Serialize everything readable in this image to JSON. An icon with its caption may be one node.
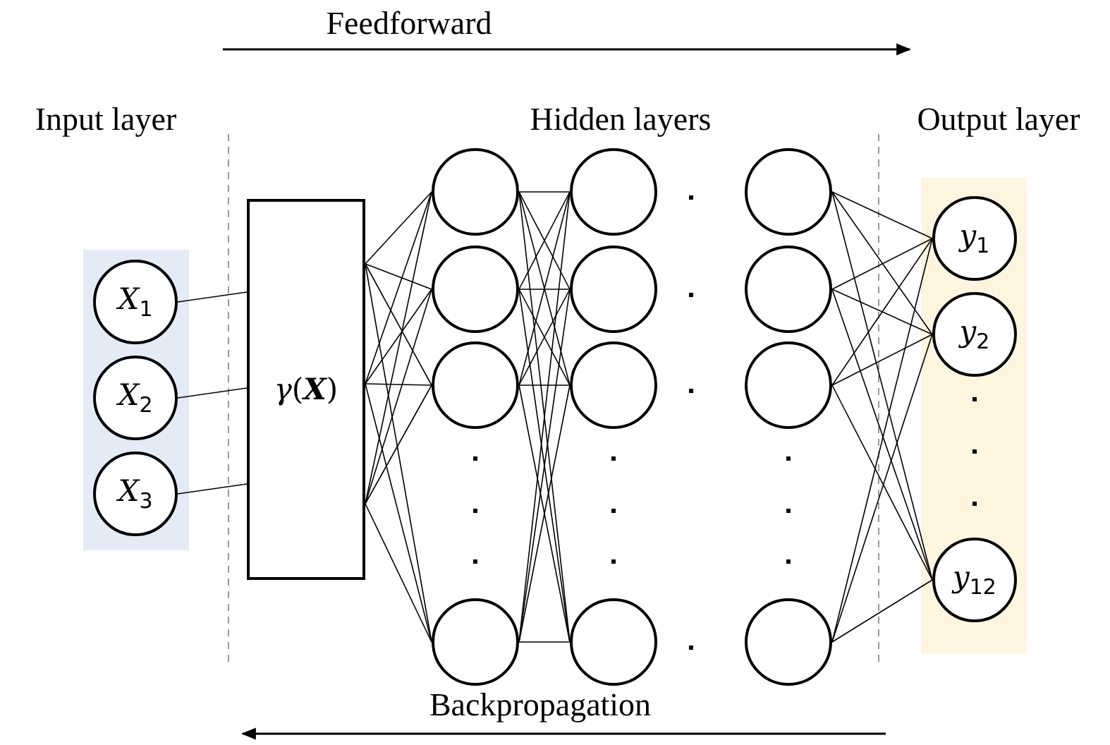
{
  "diagram": {
    "nodes": [
      {
        "text": [
          "*X*$_{1}$"
        ]
      },
      {
        "text": [
          "*X*$_{2}$"
        ]
      },
      {
        "text": [
          "*X*$_{3}$"
        ]
      },
      {
        "text": [
          "*γ*(**X**)"
        ]
      },
      {
        "text": [],
        "shape": "circle"
      },
      {
        "text": [],
        "shape": "circle"
      },
      {
        "text": [],
        "shape": "circle"
      },
      {
        "text": [],
        "shape": "circle"
      },
      {
        "text": [],
        "shape": "circle"
      },
      {
        "text": [],
        "shape": "circle"
      },
      {
        "text": [],
        "shape": "circle"
      },
      {
        "text": [],
        "shape": "circle"
      },
      {
        "text": [],
        "shape": "circle"
      },
      {
        "text": [],
        "shape": "circle"
      },
      {
        "text": [],
        "shape": "circle"
      },
      {
        "text": [],
        "shape": "circle"
      },
      {
        "text": [
          "*y*$_{1}$"
        ]
      },
      {
        "text": [
          "*y*$_{2}$"
        ]
      },
      {
        "text": [
          "*y*$_{12}$"
        ]
      }
    ],
    "edges": [
      {
        "from": 0,
        "to": 3,
        "arrow": "none"
      },
      {
        "from": 1,
        "to": 3,
        "arrow": "none"
      },
      {
        "from": 2,
        "to": 3,
        "arrow": "none"
      },
      {
        "from": 3,
        "to": 4,
        "arrow": "none"
      },
      {
        "from": 3,
        "to": 5,
        "arrow": "none"
      },
      {
        "from": 3,
        "to": 6,
        "arrow": "none"
      },
      {
        "from": 3,
        "to": 7,
        "arrow": "none"
      },
      {
        "from": 3,
        "to": 4,
        "arrow": "none"
      },
      {
        "from": 3,
        "to": 5,
        "arrow": "none"
      },
      {
        "from": 3,
        "to": 6,
        "arrow": "none"
      },
      {
        "from": 3,
        "to": 7,
        "arrow": "none"
      },
      {
        "from": 3,
        "to": 4,
        "arrow": "none"
      },
      {
        "from": 3,
        "to": 5,
        "arrow": "none"
      },
      {
        "from": 3,
        "to": 6,
        "arrow": "none"
      },
      {
        "from": 3,
        "to": 7,
        "arrow": "none"
      },
      {
        "from": 4,
        "to": 8,
        "arrow": "none"
      },
      {
        "from": 4,
        "to": 9,
        "arrow": "none"
      },
      {
        "from": 4,
        "to": 10,
        "arrow": "none"
      },
      {
        "from": 4,
        "to": 11,
        "arrow": "none"
      },
      {
        "from": 5,
        "to": 8,
        "arrow": "none"
      },
      {
        "from": 5,
        "to": 9,
        "arrow": "none"
      },
      {
        "from": 5,
        "to": 10,
        "arrow": "none"
      },
      {
        "from": 5,
        "to": 11,
        "arrow": "none"
      },
      {
        "from": 6,
        "to": 8,
        "arrow": "none"
      },
      {
        "from": 6,
        "to": 9,
        "arrow": "none"
      },
      {
        "from": 6,
        "to": 10,
        "arrow": "none"
      },
      {
        "from": 6,
        "to": 11,
        "arrow": "none"
      },
      {
        "from": 7,
        "to": 8,
        "arrow": "none"
      },
      {
        "from": 7,
        "to": 9,
        "arrow": "none"
      },
      {
        "from": 7,
        "to": 10,
        "arrow": "none"
      },
      {
        "from": 7,
        "to": 11,
        "arrow": "none"
      },
      {
        "from": 12,
        "to": 16,
        "arrow": "none"
      },
      {
        "from": 12,
        "to": 17,
        "arrow": "none"
      },
      {
        "from": 12,
        "to": 18,
        "arrow": "none"
      },
      {
        "from": 13,
        "to": 16,
        "arrow": "none"
      },
      {
        "from": 13,
        "to": 17,
        "arrow": "none"
      },
      {
        "from": 13,
        "to": 18,
        "arrow": "none"
      },
      {
        "from": 14,
        "to": 16,
        "arrow": "none"
      },
      {
        "from": 14,
        "to": 17,
        "arrow": "none"
      },
      {
        "from": 14,
        "to": 18,
        "arrow": "none"
      },
      {
        "from": 15,
        "to": 16,
        "arrow": "none"
      },
      {
        "from": 15,
        "to": 17,
        "arrow": "none"
      },
      {
        "from": 15,
        "to": 18,
        "arrow": "none"
      }
    ],
    "labels": [
      "Feedforward",
      "Input layer",
      "Hidden layers",
      "Output layer",
      "Backpropagation"
    ]
  }
}
